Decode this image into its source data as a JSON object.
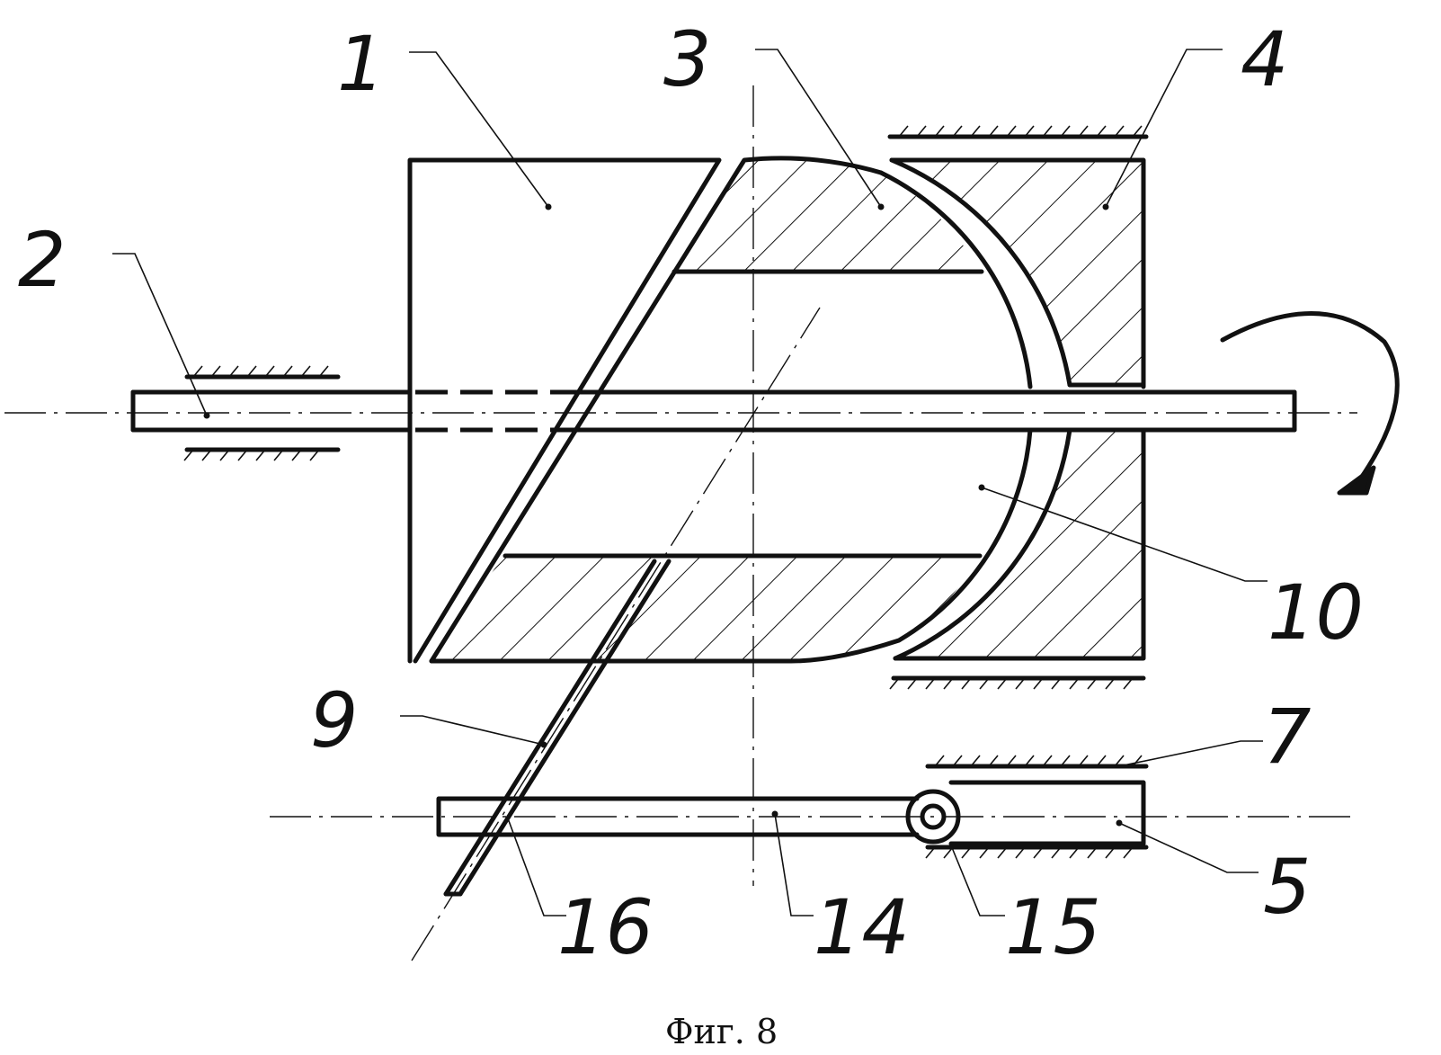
{
  "figure": {
    "caption": "Фиг. 8",
    "labels": {
      "l1": "1",
      "l2": "2",
      "l3": "3",
      "l4": "4",
      "l5": "5",
      "l7": "7",
      "l9": "9",
      "l10": "10",
      "l14": "14",
      "l15": "15",
      "l16": "16"
    }
  },
  "colors": {
    "ink": "#111111",
    "paper": "#ffffff"
  }
}
